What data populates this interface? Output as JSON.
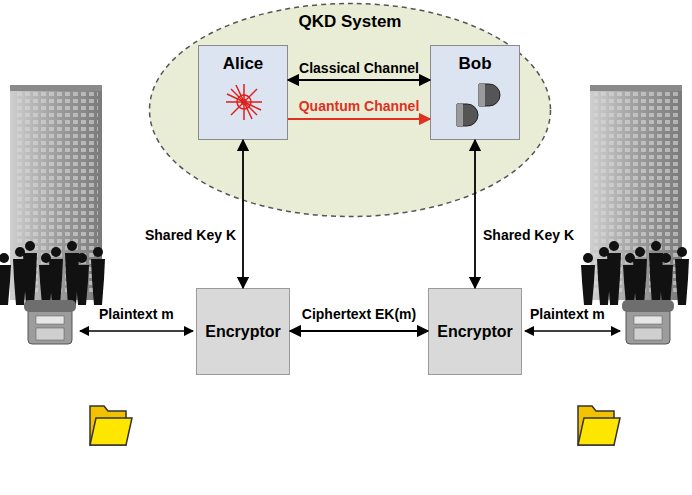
{
  "diagram": {
    "nodes": [
      {
        "text": [
          "QKD System"
        ]
      },
      {
        "text": [
          "Alice"
        ],
        "in": 0
      },
      {
        "text": [
          "Bob"
        ],
        "in": 0
      },
      {
        "text": [
          "Encryptor"
        ]
      },
      {
        "text": [
          "Encryptor"
        ]
      }
    ],
    "edges": [
      {
        "from": 1,
        "to": 2,
        "arrow": "both",
        "label": "Classical Channel"
      },
      {
        "from": 1,
        "to": 2,
        "arrow": "to",
        "label": "Quantum Channel"
      },
      {
        "from": 1,
        "to": 3,
        "arrow": "both",
        "label": "Shared Key K"
      },
      {
        "from": 2,
        "to": 4,
        "arrow": "both",
        "label": "Shared Key K"
      },
      {
        "from": 3,
        "to": 4,
        "arrow": "both",
        "label": "Ciphertext EK(m)"
      }
    ],
    "labels": [
      "Plaintext m",
      "Plaintext m"
    ]
  }
}
